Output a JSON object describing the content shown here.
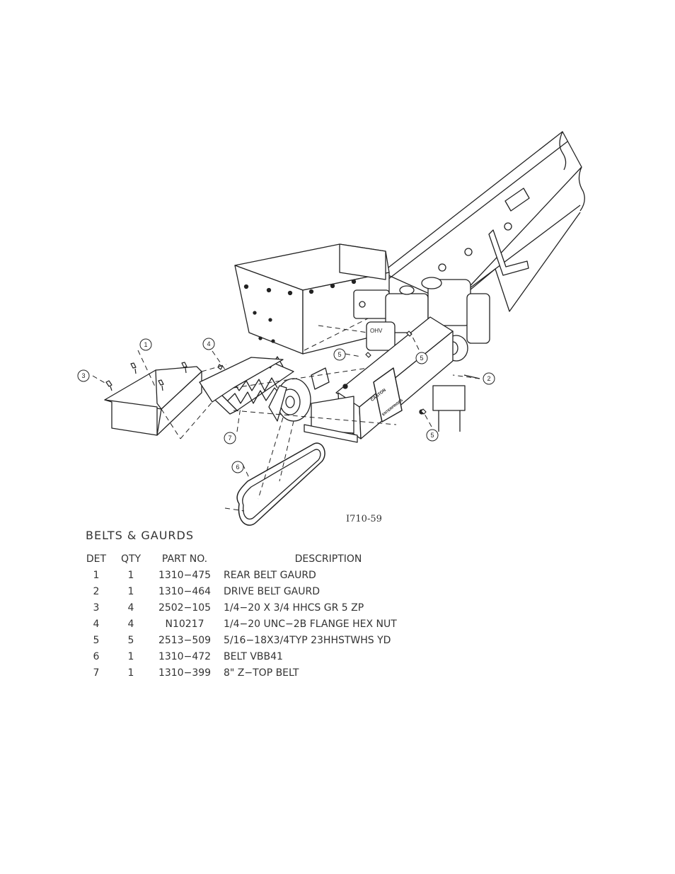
{
  "figure_id": "I710-59",
  "callouts": [
    "1",
    "2",
    "3",
    "4",
    "5",
    "5",
    "5",
    "6",
    "7"
  ],
  "decal": {
    "line1": "CASTON",
    "line2": "ENTERPRISES"
  },
  "engine_label": "OHV",
  "table": {
    "title": "BELTS & GAURDS",
    "headers": {
      "det": "DET",
      "qty": "QTY",
      "part": "PART NO.",
      "desc": "DESCRIPTION"
    },
    "rows": [
      {
        "det": "1",
        "qty": "1",
        "part": "1310−475",
        "desc": "REAR BELT GAURD"
      },
      {
        "det": "2",
        "qty": "1",
        "part": "1310−464",
        "desc": "DRIVE BELT GAURD"
      },
      {
        "det": "3",
        "qty": "4",
        "part": "2502−105",
        "desc": "1/4−20 X 3/4 HHCS GR 5 ZP"
      },
      {
        "det": "4",
        "qty": "4",
        "part": "N10217",
        "desc": "1/4−20 UNC−2B FLANGE HEX NUT"
      },
      {
        "det": "5",
        "qty": "5",
        "part": "2513−509",
        "desc": "5/16−18X3/4TYP 23HHSTWHS YD"
      },
      {
        "det": "6",
        "qty": "1",
        "part": "1310−472",
        "desc": "BELT VBB41"
      },
      {
        "det": "7",
        "qty": "1",
        "part": "1310−399",
        "desc": "8\" Z−TOP BELT"
      }
    ]
  }
}
